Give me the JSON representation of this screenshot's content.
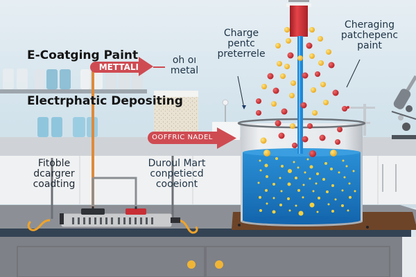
{
  "title": {
    "line1": "E-Coatging Paint",
    "line2": "Electrphatic Depositing"
  },
  "labels": {
    "metal_sign": "METTALI",
    "metal_note_line1": "oh oı",
    "metal_note_line2": "metal",
    "charge_line1": "Charge",
    "charge_line2": "pentc",
    "charge_line3": "preterrele",
    "charging_line1": "Cheraging",
    "charging_line2": "patchepenc",
    "charging_line3": "paint",
    "offric_sign": "OOFFRIC NADEL",
    "fitoble_line1": "Fitoble",
    "fitoble_line2": "dcargrer",
    "fitoble_line3": "coadting",
    "duroul_line1": "Duroul Mart",
    "duroul_line2": "conpetiecd",
    "duroul_line3": "cooeiont"
  },
  "colors": {
    "sign_red": "#cf4b52",
    "bath_blue": "#1c7cc4",
    "particle_yellow": "#f4c030",
    "particle_red": "#d42f35",
    "wire_orange": "#e08a3a",
    "counter_gray": "#8c9096",
    "cabinet_gray": "#7e8187",
    "base_brown": "#6d4428"
  }
}
